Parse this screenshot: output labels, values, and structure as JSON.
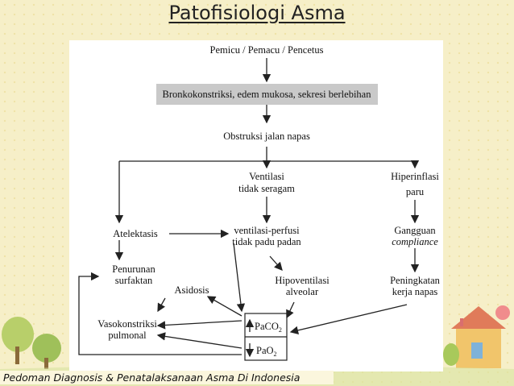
{
  "title": "Patofisiologi Asma",
  "footer": "Pedoman Diagnosis & Penatalaksanaan Asma Di Indonesia",
  "nodes": {
    "pemicu": "Pemicu / Pemacu / Pencetus",
    "bronko": "Bronkokonstriksi, edem mukosa, sekresi berlebihan",
    "obstruksi": "Obstruksi jalan napas",
    "ventilasi_1": "Ventilasi",
    "ventilasi_2": "tidak seragam",
    "hiperinflasi_1": "Hiperinflasi",
    "hiperinflasi_2": "paru",
    "atelektasis": "Atelektasis",
    "vperfusi_1": "ventilasi-perfusi",
    "vperfusi_2": "tidak padu padan",
    "gangguan_1": "Gangguan",
    "gangguan_2": "compliance",
    "penurunan_1": "Penurunan",
    "penurunan_2": "surfaktan",
    "hipoventilasi_1": "Hipoventilasi",
    "hipoventilasi_2": "alveolar",
    "peningkatan_1": "Peningkatan",
    "peningkatan_2": "kerja napas",
    "asidosis": "Asidosis",
    "vasokonstriksi_1": "Vasokonstriksi",
    "vasokonstriksi_2": "pulmonal",
    "paco2": "PaCO",
    "paco2_sub": "2",
    "pao2": "PaO",
    "pao2_sub": "2"
  },
  "colors": {
    "background": "#f6efc8",
    "panel": "#ffffff",
    "highlight_box": "#c9c9c9",
    "line": "#222222"
  }
}
